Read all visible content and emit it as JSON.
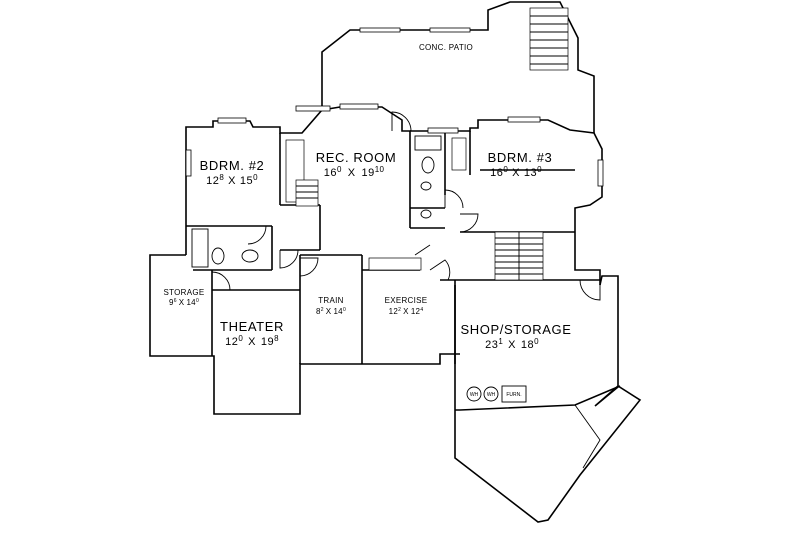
{
  "plan": {
    "patio": {
      "label": "CONC. PATIO"
    },
    "rooms": {
      "bdrm2": {
        "label": "BDRM. #2",
        "dim": "12 8 X 15 0",
        "w": "12",
        "w_in": "8",
        "h": "15",
        "h_in": "0"
      },
      "rec": {
        "label": "REC. ROOM",
        "w": "16",
        "w_in": "0",
        "h": "19",
        "h_in": "10"
      },
      "bdrm3": {
        "label": "BDRM. #3",
        "w": "16",
        "w_in": "0",
        "h": "13",
        "h_in": "0"
      },
      "storage": {
        "label": "STORAGE",
        "w": "9",
        "w_in": "6",
        "h": "14",
        "h_in": "0"
      },
      "theater": {
        "label": "THEATER",
        "w": "12",
        "w_in": "0",
        "h": "19",
        "h_in": "8"
      },
      "train": {
        "label": "TRAIN",
        "w": "8",
        "w_in": "2",
        "h": "14",
        "h_in": "0"
      },
      "exercise": {
        "label": "EXERCISE",
        "w": "12",
        "w_in": "2",
        "h": "12",
        "h_in": "4"
      },
      "shop": {
        "label": "SHOP/STORAGE",
        "w": "23",
        "w_in": "1",
        "h": "18",
        "h_in": "0"
      }
    },
    "equipment": {
      "wh1": "WH",
      "wh2": "WH",
      "furnace": "FURN."
    },
    "x_sep": "X"
  }
}
